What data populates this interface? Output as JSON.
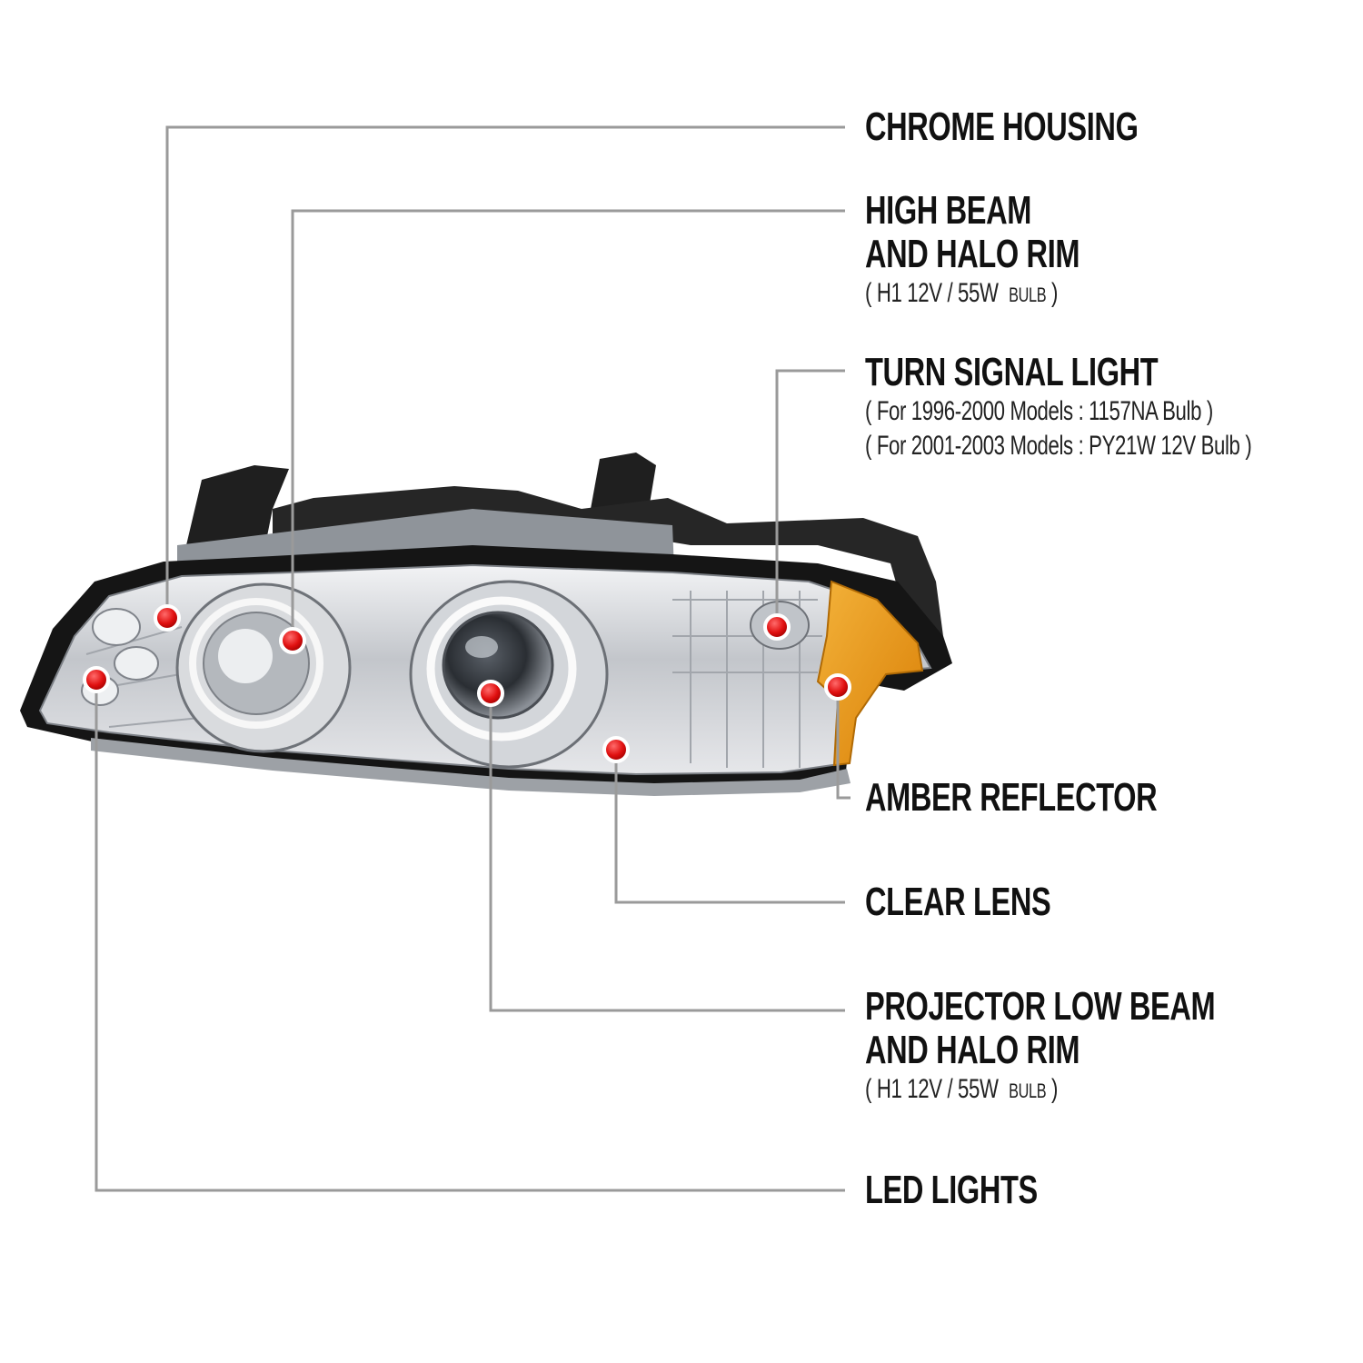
{
  "callouts": {
    "chrome_housing": {
      "title": "CHROME HOUSING"
    },
    "high_beam": {
      "title_line1": "HIGH BEAM",
      "title_line2": "AND HALO RIM",
      "bulb_open": "( H1  12V / 55W",
      "bulb_word": "BULB",
      "bulb_close": ")"
    },
    "turn_signal": {
      "title": "TURN SIGNAL LIGHT",
      "note1": "( For 1996-2000 Models  :  1157NA  Bulb )",
      "note2": "( For 2001-2003 Models  :  PY21W 12V Bulb )"
    },
    "amber_reflector": {
      "title": "AMBER REFLECTOR"
    },
    "clear_lens": {
      "title": "CLEAR LENS"
    },
    "projector_low_beam": {
      "title_line1": "PROJECTOR LOW BEAM",
      "title_line2": "AND HALO RIM",
      "bulb_open": "( H1  12V / 55W",
      "bulb_word": "BULB",
      "bulb_close": ")"
    },
    "led_lights": {
      "title": "LED LIGHTS"
    }
  },
  "colors": {
    "leader_line": "#9a9a9a",
    "marker": "#e01010",
    "housing_black": "#1a1a1a",
    "chrome": "#c9ccd0",
    "amber": "#e8940e",
    "label_text": "#111111"
  },
  "icons": [
    "callout-marker-icon",
    "headlight-illustration"
  ]
}
